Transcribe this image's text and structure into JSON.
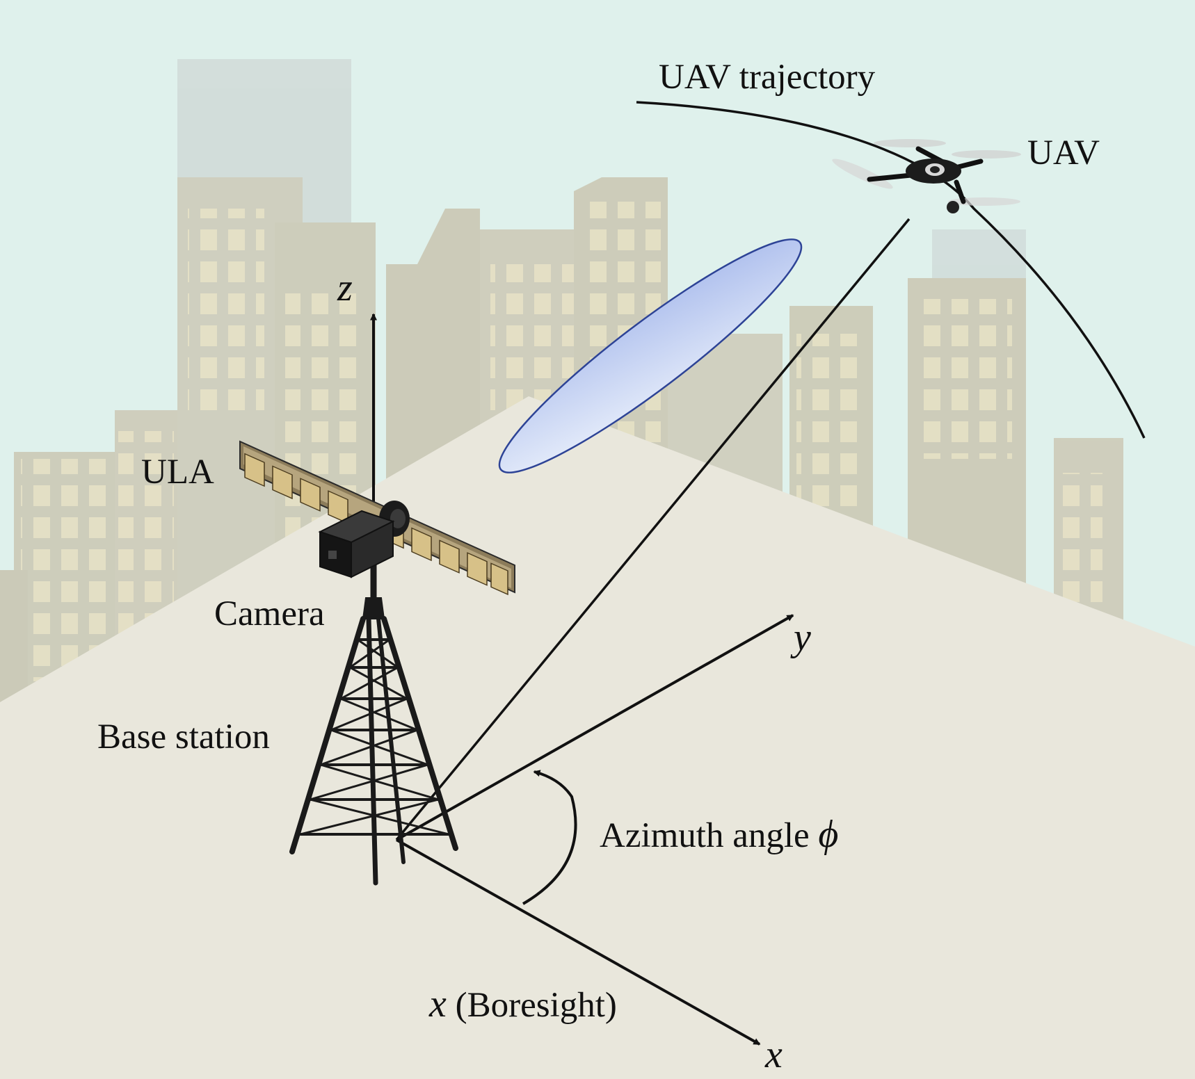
{
  "labels": {
    "trajectory": "UAV trajectory",
    "uav": "UAV",
    "ula": "ULA",
    "camera": "Camera",
    "base_station": "Base station",
    "azimuth_text": "Azimuth angle",
    "azimuth_symbol": "ϕ",
    "boresight_axis": "x",
    "boresight_text": "(Boresight)"
  },
  "axes": {
    "z": "z",
    "y": "y",
    "x": "x"
  },
  "colors": {
    "sky": "#dff1ec",
    "ground": "#e9e7dc",
    "building": "#cdc8b6",
    "window": "#efe3bf",
    "beam_fill": "#b9c8ef",
    "beam_stroke": "#2d4396",
    "line": "#111111"
  }
}
